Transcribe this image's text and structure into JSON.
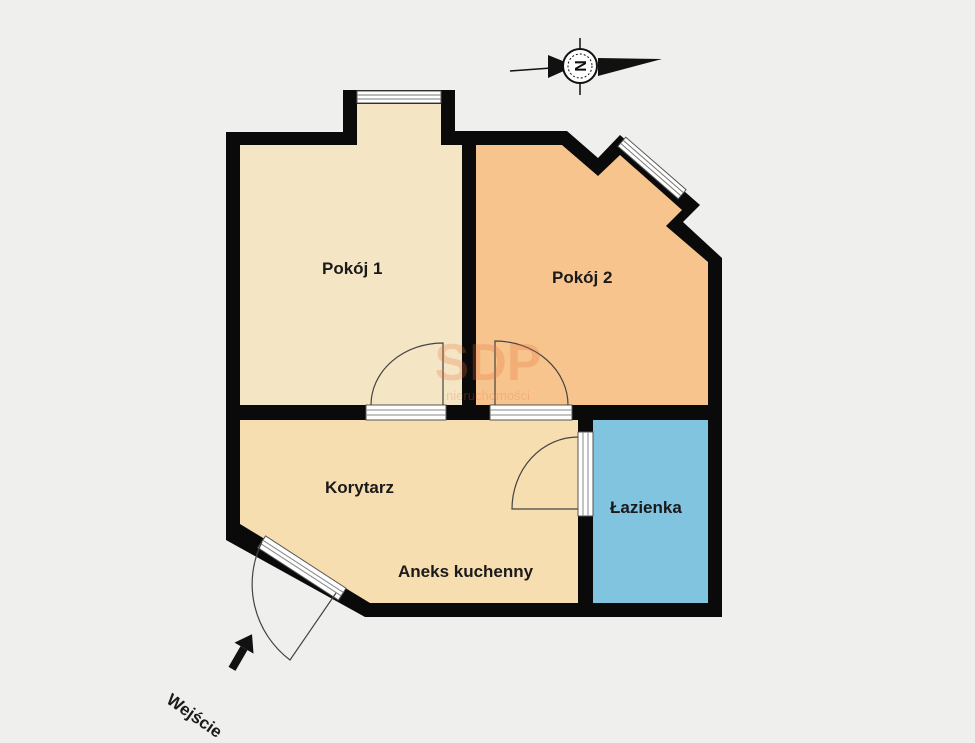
{
  "rooms": {
    "pokoj1": {
      "label": "Pokój 1",
      "color": "#f4e5c4"
    },
    "pokoj2": {
      "label": "Pokój 2",
      "color": "#f8c48e"
    },
    "korytarz": {
      "label": "Korytarz",
      "color": "#f6deb0"
    },
    "aneks": {
      "label": "Aneks kuchenny"
    },
    "lazienka": {
      "label": "Łazienka",
      "color": "#80c4e0"
    }
  },
  "entrance": {
    "label": "Wejście"
  },
  "compass": {
    "letter": "N"
  },
  "watermark": {
    "brand": "SDP",
    "tagline": "nieruchomości"
  },
  "colors": {
    "wall": "#0a0a0a",
    "background": "#efefed"
  }
}
